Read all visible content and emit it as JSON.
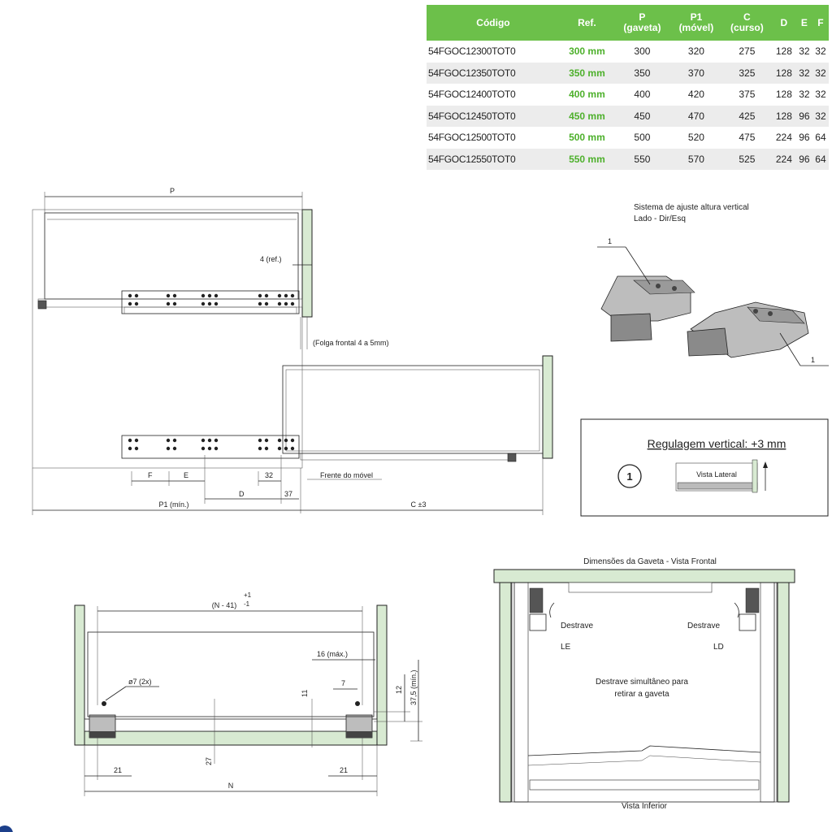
{
  "table": {
    "headers": [
      {
        "l1": "Código",
        "l2": ""
      },
      {
        "l1": "Ref.",
        "l2": ""
      },
      {
        "l1": "P",
        "l2": "(gaveta)"
      },
      {
        "l1": "P1",
        "l2": "(móvel)"
      },
      {
        "l1": "C",
        "l2": "(curso)"
      },
      {
        "l1": "D",
        "l2": ""
      },
      {
        "l1": "E",
        "l2": ""
      },
      {
        "l1": "F",
        "l2": ""
      }
    ],
    "rows": [
      [
        "54FGOC12300TOT0",
        "300 mm",
        "300",
        "320",
        "275",
        "128",
        "32",
        "32"
      ],
      [
        "54FGOC12350TOT0",
        "350 mm",
        "350",
        "370",
        "325",
        "128",
        "32",
        "32"
      ],
      [
        "54FGOC12400TOT0",
        "400 mm",
        "400",
        "420",
        "375",
        "128",
        "32",
        "32"
      ],
      [
        "54FGOC12450TOT0",
        "450 mm",
        "450",
        "470",
        "425",
        "128",
        "96",
        "32"
      ],
      [
        "54FGOC12500TOT0",
        "500 mm",
        "500",
        "520",
        "475",
        "224",
        "96",
        "64"
      ],
      [
        "54FGOC12550TOT0",
        "550 mm",
        "550",
        "570",
        "525",
        "224",
        "96",
        "64"
      ]
    ]
  },
  "side": {
    "p": "P",
    "ref4": "4 (ref.)",
    "folga": "(Folga frontal 4 a 5mm)",
    "f": "F",
    "e": "E",
    "d": "D",
    "n32": "32",
    "n37": "37",
    "frente": "Frente do móvel",
    "p1": "P1 (mín.)",
    "c": "C ±3"
  },
  "adjust": {
    "title1": "Sistema de ajuste altura vertical",
    "title2": "Lado - Dir/Esq",
    "callout": "1"
  },
  "regulagem": {
    "title": "Regulagem vertical: +3 mm",
    "num": "1",
    "vista": "Vista Lateral"
  },
  "front_section": {
    "n41": "(N - 41)",
    "sup": "+1",
    "sub": "-1",
    "d16": "16 (máx.)",
    "phi7": "ø7 (2x)",
    "n11": "11",
    "n7": "7",
    "n12": "12",
    "n375": "37,5 (mín.)",
    "n27": "27",
    "n21a": "21",
    "n21b": "21",
    "n": "N"
  },
  "gaveta": {
    "title": "Dimensões da Gaveta - Vista Frontal",
    "destrave_l": "Destrave",
    "destrave_r": "Destrave",
    "le": "LE",
    "ld": "LD",
    "simult1": "Destrave simultâneo para",
    "simult2": "retirar a gaveta",
    "inferior": "Vista Inferior"
  }
}
